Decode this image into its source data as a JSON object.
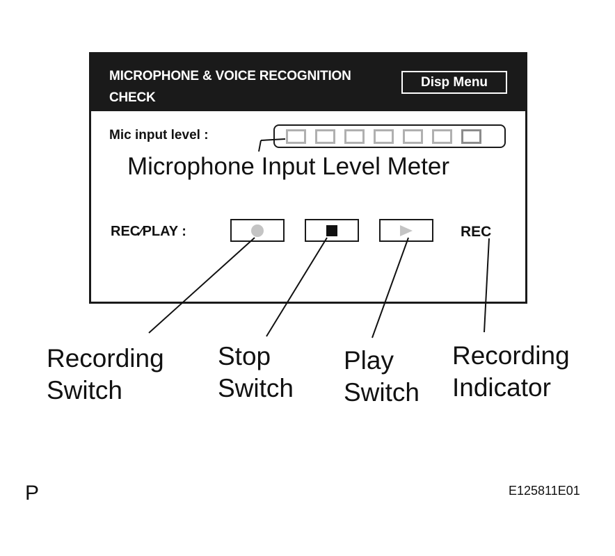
{
  "screen": {
    "title": "MICROPHONE & VOICE RECOGNITION CHECK",
    "disp_menu_label": "Disp Menu",
    "mic_input_label": "Mic input level :",
    "meter_segments": 7,
    "meter_caption": "Microphone Input Level Meter",
    "rec_play_label": "REC∕PLAY :",
    "rec_indicator": "REC"
  },
  "icons": {
    "record": "record-dot-icon",
    "stop": "stop-square-icon",
    "play": "play-triangle-icon"
  },
  "callouts": {
    "recording_switch": "Recording\nSwitch",
    "stop_switch": "Stop\nSwitch",
    "play_switch": "Play\nSwitch",
    "recording_indicator": "Recording\nIndicator"
  },
  "footer": {
    "corner_letter": "P",
    "figure_id": "E125811E01"
  },
  "colors": {
    "header_bg": "#1a1a1a",
    "inactive_gray": "#c4c4c4"
  }
}
